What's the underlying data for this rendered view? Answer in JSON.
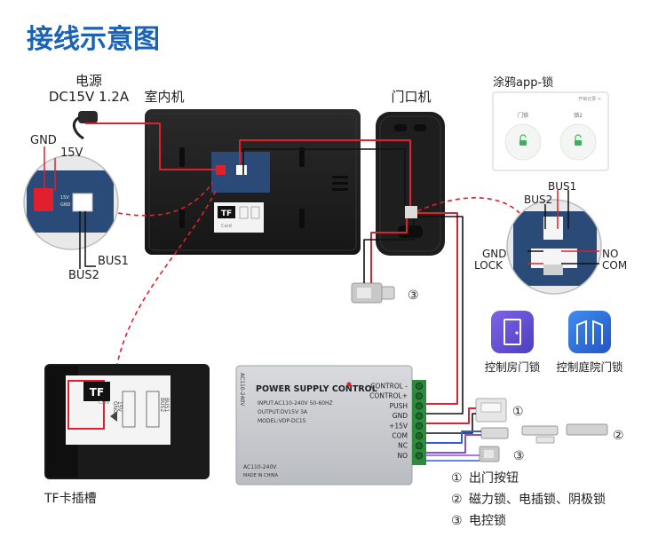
{
  "title": "接线示意图",
  "colors": {
    "title": "#1b63b8",
    "wire_red": "#e0202c",
    "wire_black": "#111111",
    "wire_purple": "#8a4fd8",
    "wire_blue": "#2f5fd0",
    "monitor_body": "#1d1d1d",
    "psu_body": "#c9ccd0",
    "terminal_green": "#2e8b3e",
    "app_purple": "#5b4fcf",
    "app_blue": "#2f6fd6"
  },
  "power": {
    "label": "电源",
    "spec": "DC15V 1.2A"
  },
  "indoor": {
    "label": "室内机",
    "tf_logo": "TF",
    "tf_sub": "Card"
  },
  "outdoor": {
    "label": "门口机"
  },
  "left_zoom": {
    "gnd": "GND",
    "v15": "15V",
    "bus1": "BUS1",
    "bus2": "BUS2",
    "pcb_small_1": "15V",
    "pcb_small_2": "GND"
  },
  "tf_slot": {
    "label": "TF卡插槽",
    "logo": "TF",
    "logo_sub": "Card",
    "pin_a": "15V",
    "pin_b": "GND",
    "pin_c": "BUS1",
    "pin_d": "BUS2"
  },
  "electric_lock_badge": "③",
  "app": {
    "title": "涂鸦app-锁",
    "header_right": "开锁记录 >",
    "lock_a": "门锁",
    "lock_b": "锁2"
  },
  "right_zoom": {
    "bus1": "BUS1",
    "bus2": "BUS2",
    "gnd": "GND",
    "lock": "LOCK",
    "no": "NO",
    "com": "COM"
  },
  "app_buttons": [
    {
      "label": "控制房门锁"
    },
    {
      "label": "控制庭院门锁"
    }
  ],
  "psu": {
    "title": "POWER SUPPLY CONTROL",
    "line1": "INPUT:AC110-240V 50-60HZ",
    "line2": "OUTPUT:DV15V 3A",
    "line3": "MODEL:VDP-DC15",
    "side_label": "AC110-240V",
    "bottom1": "AC110-240V",
    "bottom2": "MADE IN CHINA",
    "terminals": [
      "CONTROL -",
      "CONTROL+",
      "PUSH",
      "GND",
      "+15V",
      "COM",
      "NC",
      "NO"
    ]
  },
  "device_badges": {
    "exit_button": "①",
    "locks": "②",
    "electric_lock": "③"
  },
  "legend": [
    {
      "num": "①",
      "text": "出门按钮"
    },
    {
      "num": "②",
      "text": "磁力锁、电插锁、阴极锁"
    },
    {
      "num": "③",
      "text": "电控锁"
    }
  ]
}
